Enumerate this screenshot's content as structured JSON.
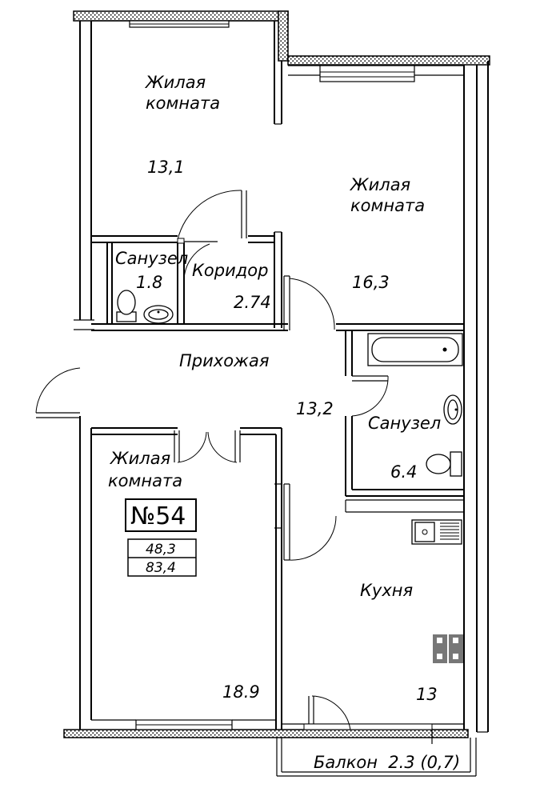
{
  "rooms": {
    "living_top_left": {
      "name_line1": "Жилая",
      "name_line2": "комната",
      "area": "13,1"
    },
    "living_top_right": {
      "name_line1": "Жилая",
      "name_line2": "комната",
      "area": "16,3"
    },
    "bathroom_small": {
      "name": "Санузел",
      "area": "1.8"
    },
    "corridor": {
      "name": "Коридор",
      "area": "2.74"
    },
    "hallway": {
      "name": "Прихожая",
      "area": "13,2"
    },
    "bathroom_large": {
      "name": "Санузел",
      "area": "6.4"
    },
    "living_bottom_left": {
      "name_line1": "Жилая",
      "name_line2": "комната",
      "area": "18.9"
    },
    "kitchen": {
      "name": "Кухня",
      "area": "13"
    },
    "balcony": {
      "label": "Балкон  2.3 (0,7)"
    }
  },
  "apartment": {
    "number": "№54",
    "living_area": "48,3",
    "total_area": "83,4"
  }
}
